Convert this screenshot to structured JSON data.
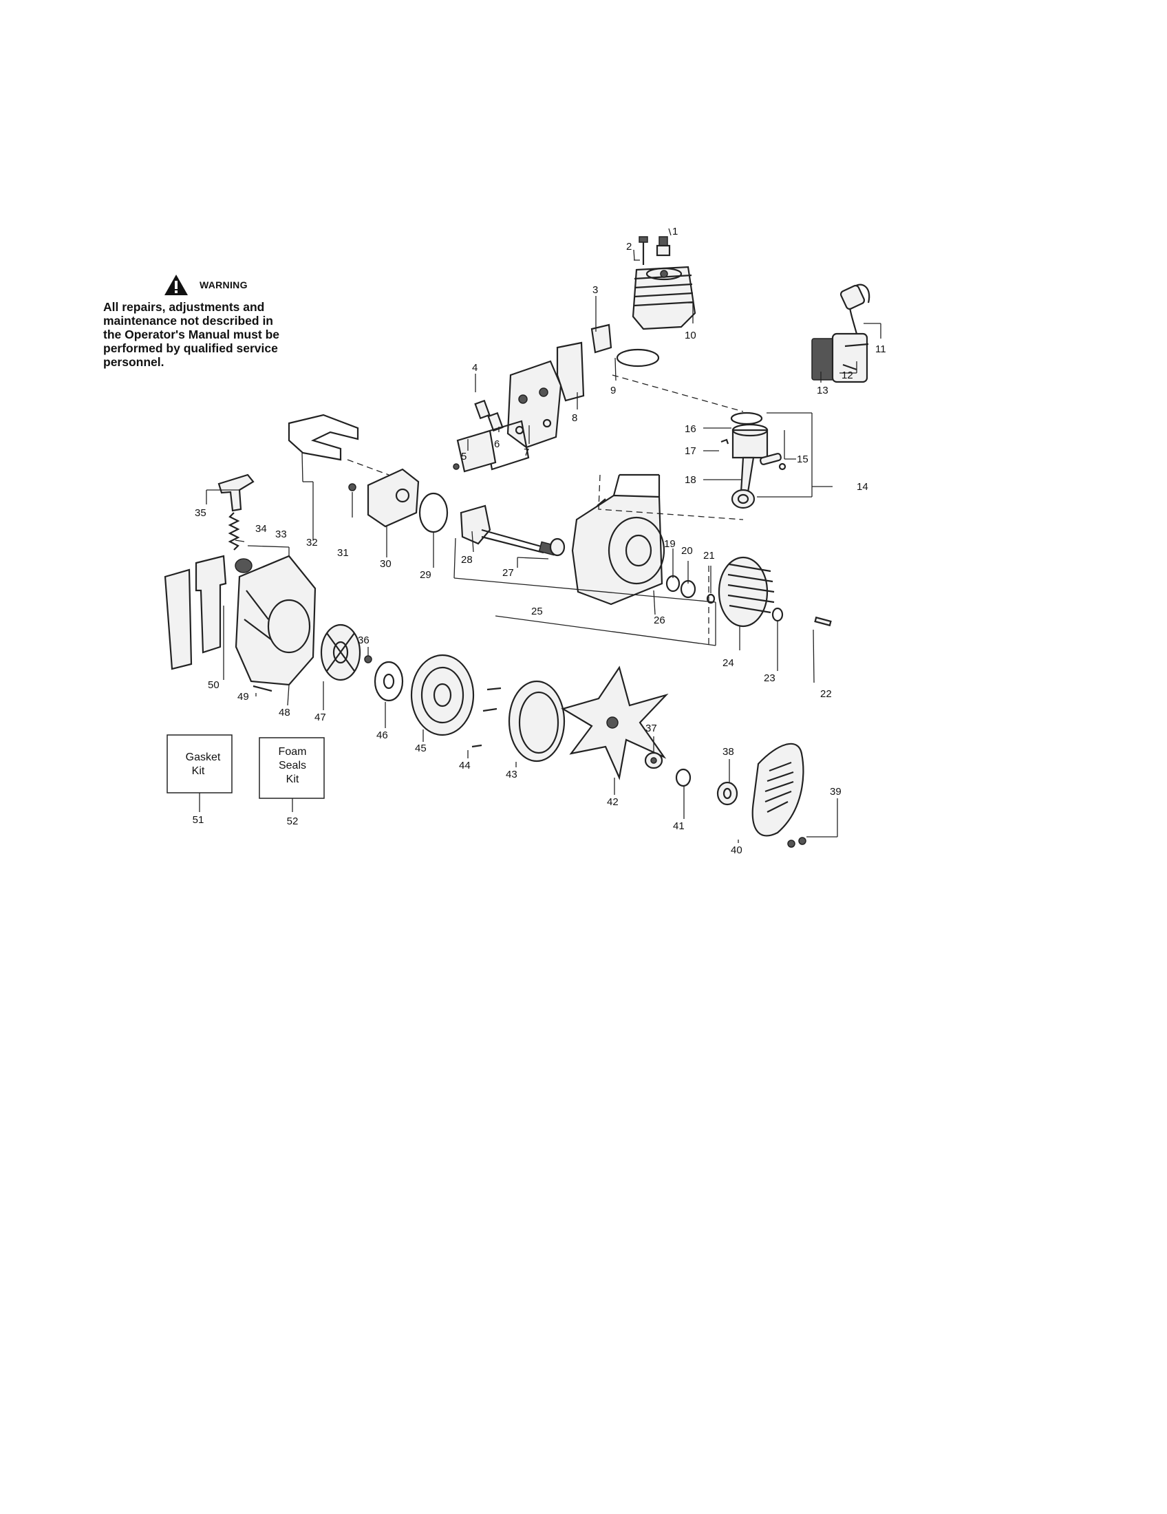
{
  "warning": {
    "title": "WARNING",
    "lines": [
      "All repairs, adjustments and",
      "maintenance not described in",
      "the Operator's Manual must be",
      "performed by qualified service",
      "personnel."
    ],
    "icon": "warning-triangle-icon"
  },
  "kits": [
    {
      "label_lines": [
        "Gasket",
        "Kit"
      ],
      "number": "51"
    },
    {
      "label_lines": [
        "Foam",
        "Seals",
        "Kit"
      ],
      "number": "52"
    }
  ],
  "callouts": [
    "1",
    "2",
    "3",
    "4",
    "5",
    "6",
    "7",
    "8",
    "9",
    "10",
    "11",
    "12",
    "13",
    "14",
    "15",
    "16",
    "17",
    "18",
    "19",
    "20",
    "21",
    "22",
    "23",
    "24",
    "25",
    "26",
    "27",
    "28",
    "29",
    "30",
    "31",
    "32",
    "33",
    "34",
    "35",
    "36",
    "37",
    "38",
    "39",
    "40",
    "41",
    "42",
    "43",
    "44",
    "45",
    "46",
    "47",
    "48",
    "49",
    "50"
  ]
}
